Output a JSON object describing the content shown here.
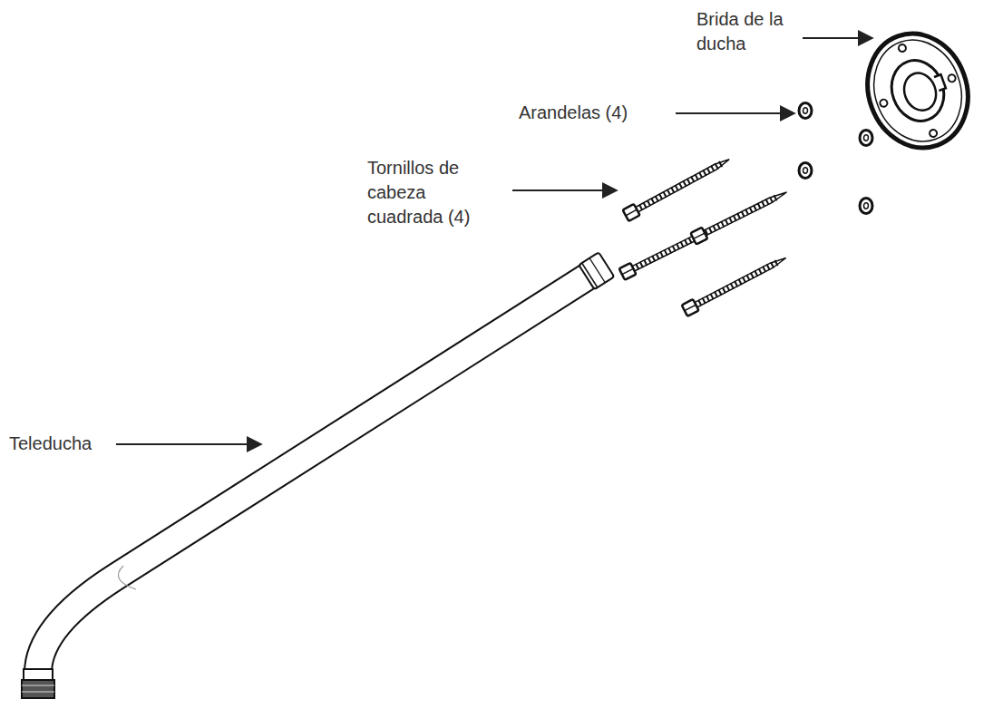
{
  "diagram": {
    "labels": [
      "Brida de la ducha",
      "Arandelas (4)",
      "Tornillos de cabeza cuadrada (4)",
      "Teleducha"
    ]
  }
}
